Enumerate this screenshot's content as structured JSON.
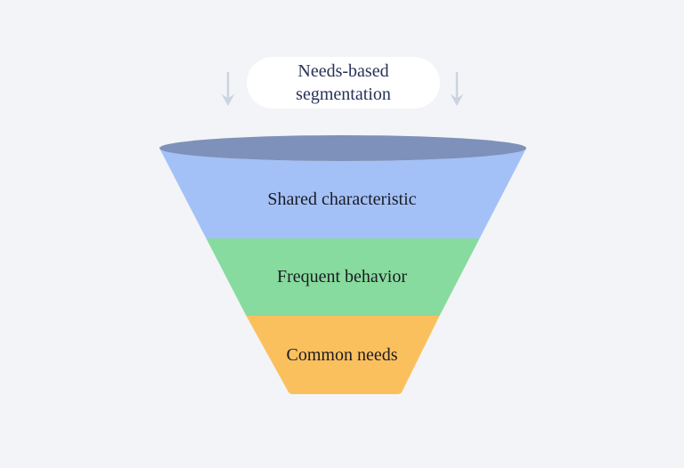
{
  "badge": {
    "label": "Needs-based\nsegmentation"
  },
  "funnel": {
    "top_rim": {
      "color": "#7e91ba"
    },
    "layers": [
      {
        "label": "Shared characteristic",
        "color": "#a3c1f7"
      },
      {
        "label": "Frequent behavior",
        "color": "#87db9e"
      },
      {
        "label": "Common needs",
        "color": "#fbc05e"
      }
    ]
  },
  "icons": {
    "left_arrow": "down-arrow",
    "right_arrow": "down-arrow"
  },
  "colors": {
    "background": "#f3f4f7",
    "badge_background": "#ffffff",
    "badge_text": "#263357",
    "funnel_label_text": "#1b1b23",
    "arrow": "#ccd4e0"
  }
}
